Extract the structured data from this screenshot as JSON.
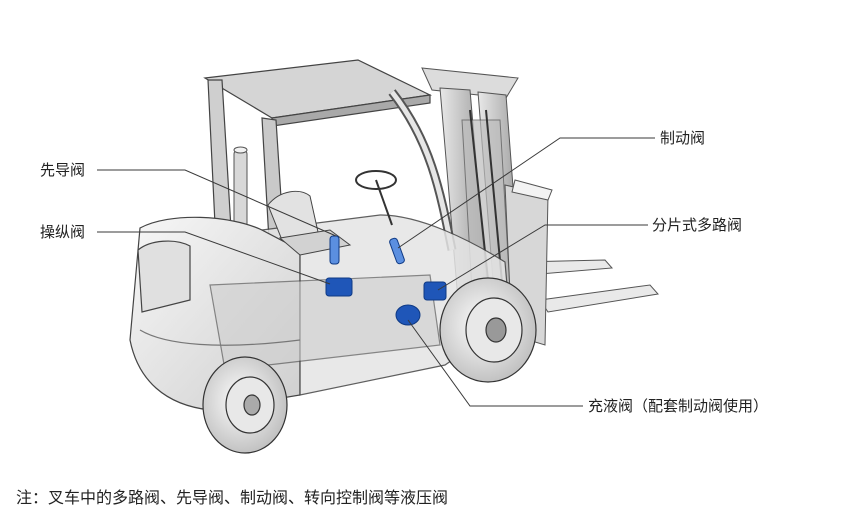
{
  "labels": {
    "pilot_valve": "先导阀",
    "control_valve": "操纵阀",
    "brake_valve": "制动阀",
    "sectional_multiway_valve": "分片式多路阀",
    "charging_valve": "充液阀（配套制动阀使用）"
  },
  "note": "注：叉车中的多路阀、先导阀、制动阀、转向控制阀等液压阀",
  "colors": {
    "body_light": "#f2f2f2",
    "body_mid": "#d9d9d9",
    "body_dark": "#8f8f8f",
    "line": "#3a3a3a",
    "valve_blue": "#1f56b8",
    "valve_blue_light": "#5b8fe0"
  }
}
